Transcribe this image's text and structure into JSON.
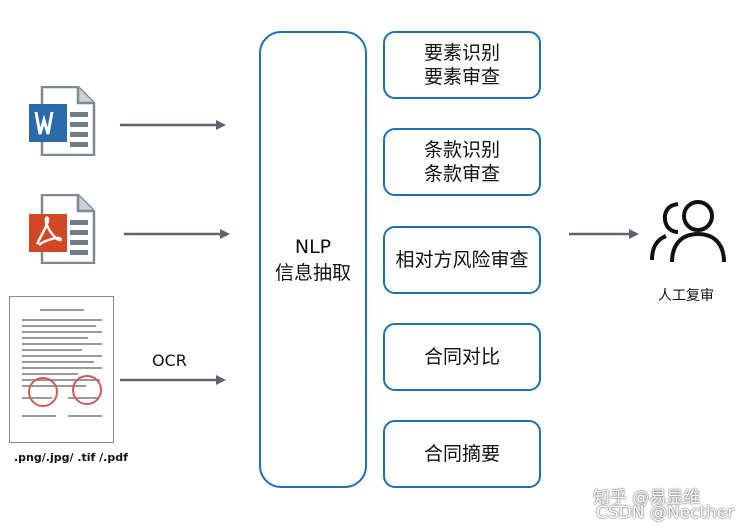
{
  "inputs": {
    "ocr_label": "OCR",
    "formats_label": ".png/.jpg/ .tif /.pdf"
  },
  "nlp": {
    "line1": "NLP",
    "line2": "信息抽取"
  },
  "modules": [
    {
      "line1": "要素识别",
      "line2": "要素审查"
    },
    {
      "line1": "条款识别",
      "line2": "条款审查"
    },
    {
      "line1": "相对方风险审查"
    },
    {
      "line1": "合同对比"
    },
    {
      "line1": "合同摘要"
    }
  ],
  "output": {
    "label": "人工复审",
    "icon": "users-icon"
  },
  "watermark": {
    "line1": "知乎 @易显维",
    "line2": "CSDN @Necther"
  },
  "colors": {
    "box_border": "#1f6fb5",
    "arrow": "#5a6470",
    "word_blue": "#2b6aa8",
    "pdf_red": "#d24726"
  }
}
